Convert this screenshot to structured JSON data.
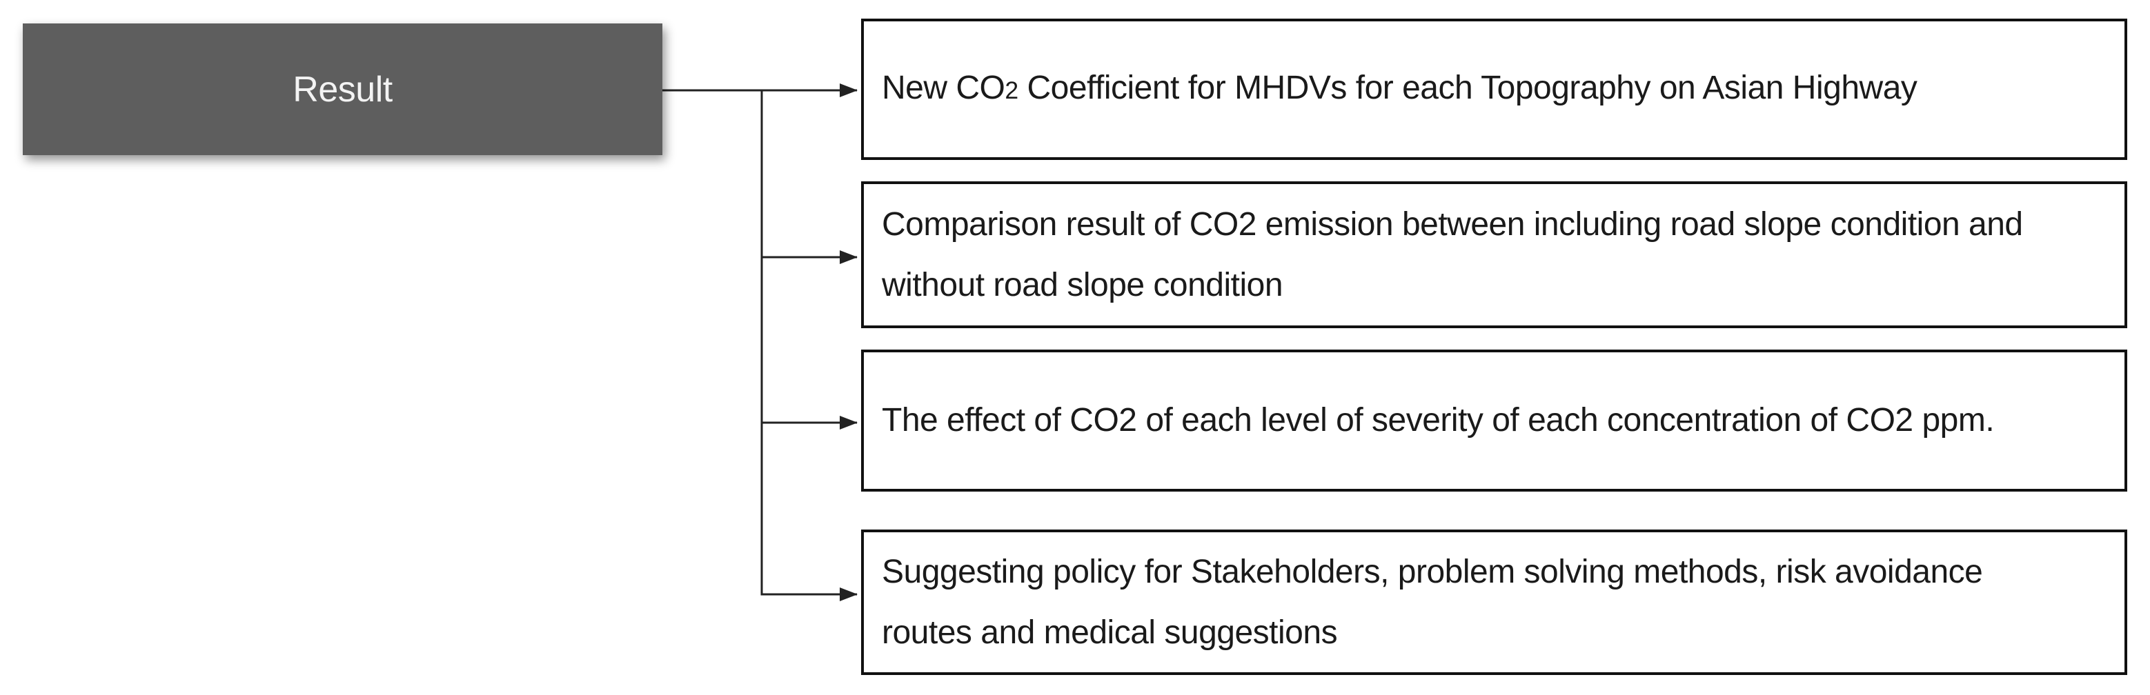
{
  "theme": {
    "background": "#ffffff",
    "root-fill": "#5e5e5e",
    "root-text": "#f3f3f3",
    "box-fill": "#ffffff",
    "box-border": "#111111",
    "box-text": "#1a1a1a",
    "connector": "#222222"
  },
  "diagram": {
    "root": {
      "label": "Result"
    },
    "children": [
      {
        "pre": "New CO",
        "sub": "2",
        "post": " Coefficient for MHDVs for each Topography on Asian Highway"
      },
      {
        "lines": [
          "Comparison result of CO2 emission between including road slope condition and",
          "without road slope condition"
        ]
      },
      {
        "lines": [
          "The effect of CO2 of each level of severity of each concentration of CO2 ppm."
        ]
      },
      {
        "lines": [
          "Suggesting policy for Stakeholders, problem solving methods, risk avoidance",
          "routes and medical suggestions"
        ]
      }
    ]
  }
}
